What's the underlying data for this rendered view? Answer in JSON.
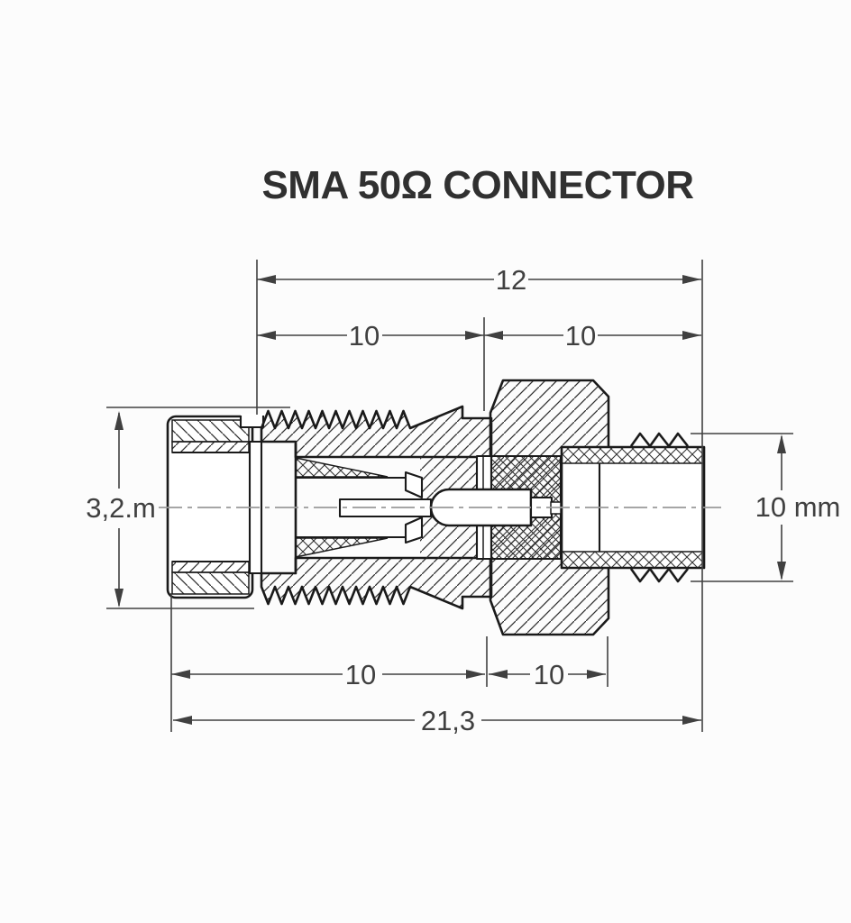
{
  "title": "SMA 50Ω CONNECTOR",
  "dimensions": {
    "overall_length_top": "12",
    "left_section_top": "10",
    "right_section_top": "10",
    "left_diameter": "3,2.m",
    "right_diameter": "10 mm",
    "left_section_bottom": "10",
    "right_section_bottom": "10",
    "overall_length_bottom": "21,3"
  },
  "drawing": {
    "type": "technical-cross-section",
    "subject": "SMA 50 Ohm coaxial connector",
    "parts": [
      "coupling-nut",
      "male-thread",
      "hex-body",
      "dielectric-insulator",
      "center-contact-pin",
      "knurled-sleeve"
    ]
  },
  "colors": {
    "background": "#fcfcfc",
    "line": "#1a1a1a",
    "hatch": "#2e2e2e",
    "dimension": "#404040",
    "centerline": "#9a9a9a",
    "title": "#303030"
  }
}
